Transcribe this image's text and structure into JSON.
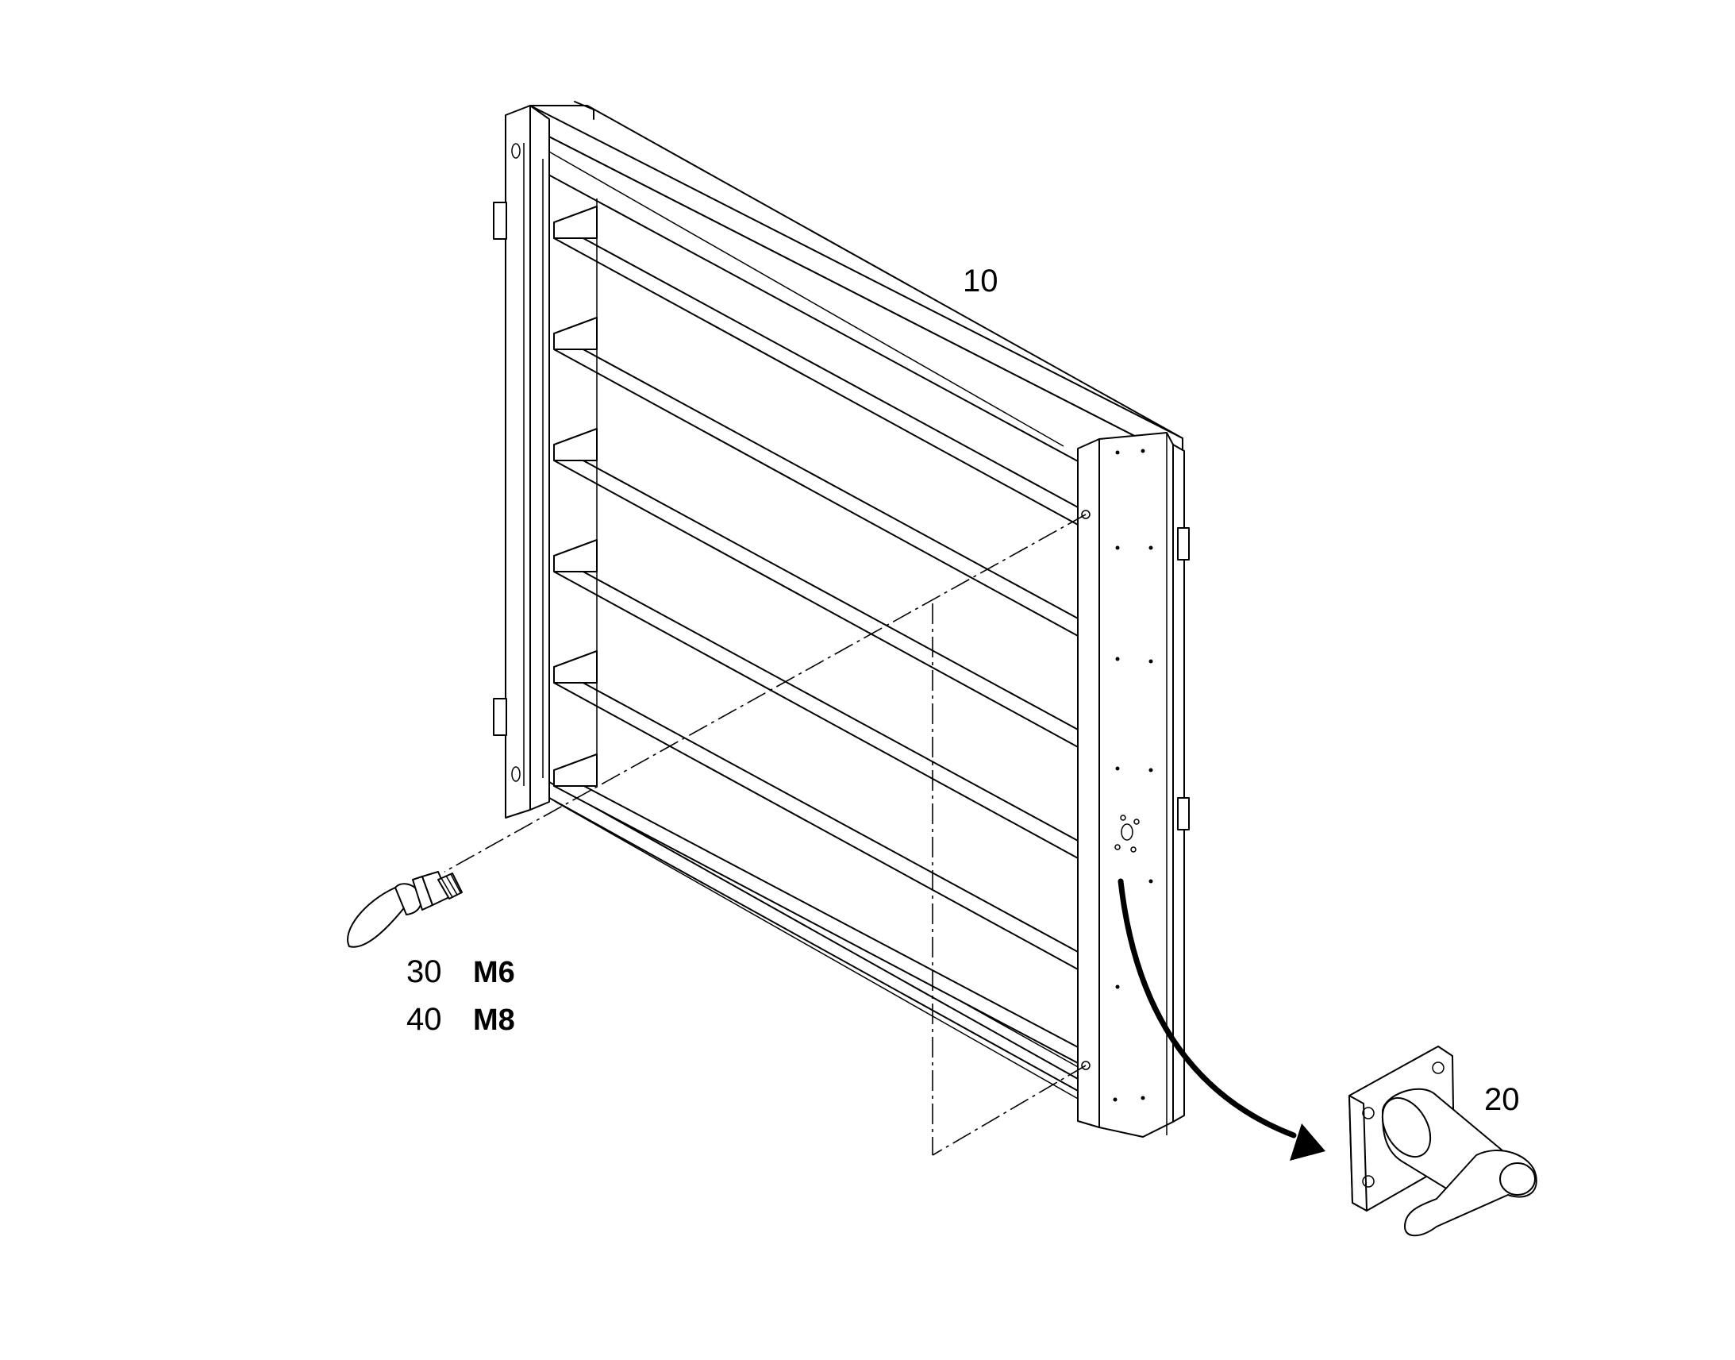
{
  "diagram": {
    "type": "exploded-parts-drawing",
    "parts": [
      {
        "item": "10",
        "description_text": ""
      },
      {
        "item": "20",
        "description_text": ""
      },
      {
        "item": "30",
        "thread": "M6"
      },
      {
        "item": "40",
        "thread": "M8"
      }
    ],
    "colors": {
      "line": "#000000",
      "background": "#ffffff"
    },
    "icons": [
      "louver-panel-frame",
      "bullet-pin-bolt",
      "mounting-bracket-with-latch",
      "assembly-arrow"
    ]
  }
}
